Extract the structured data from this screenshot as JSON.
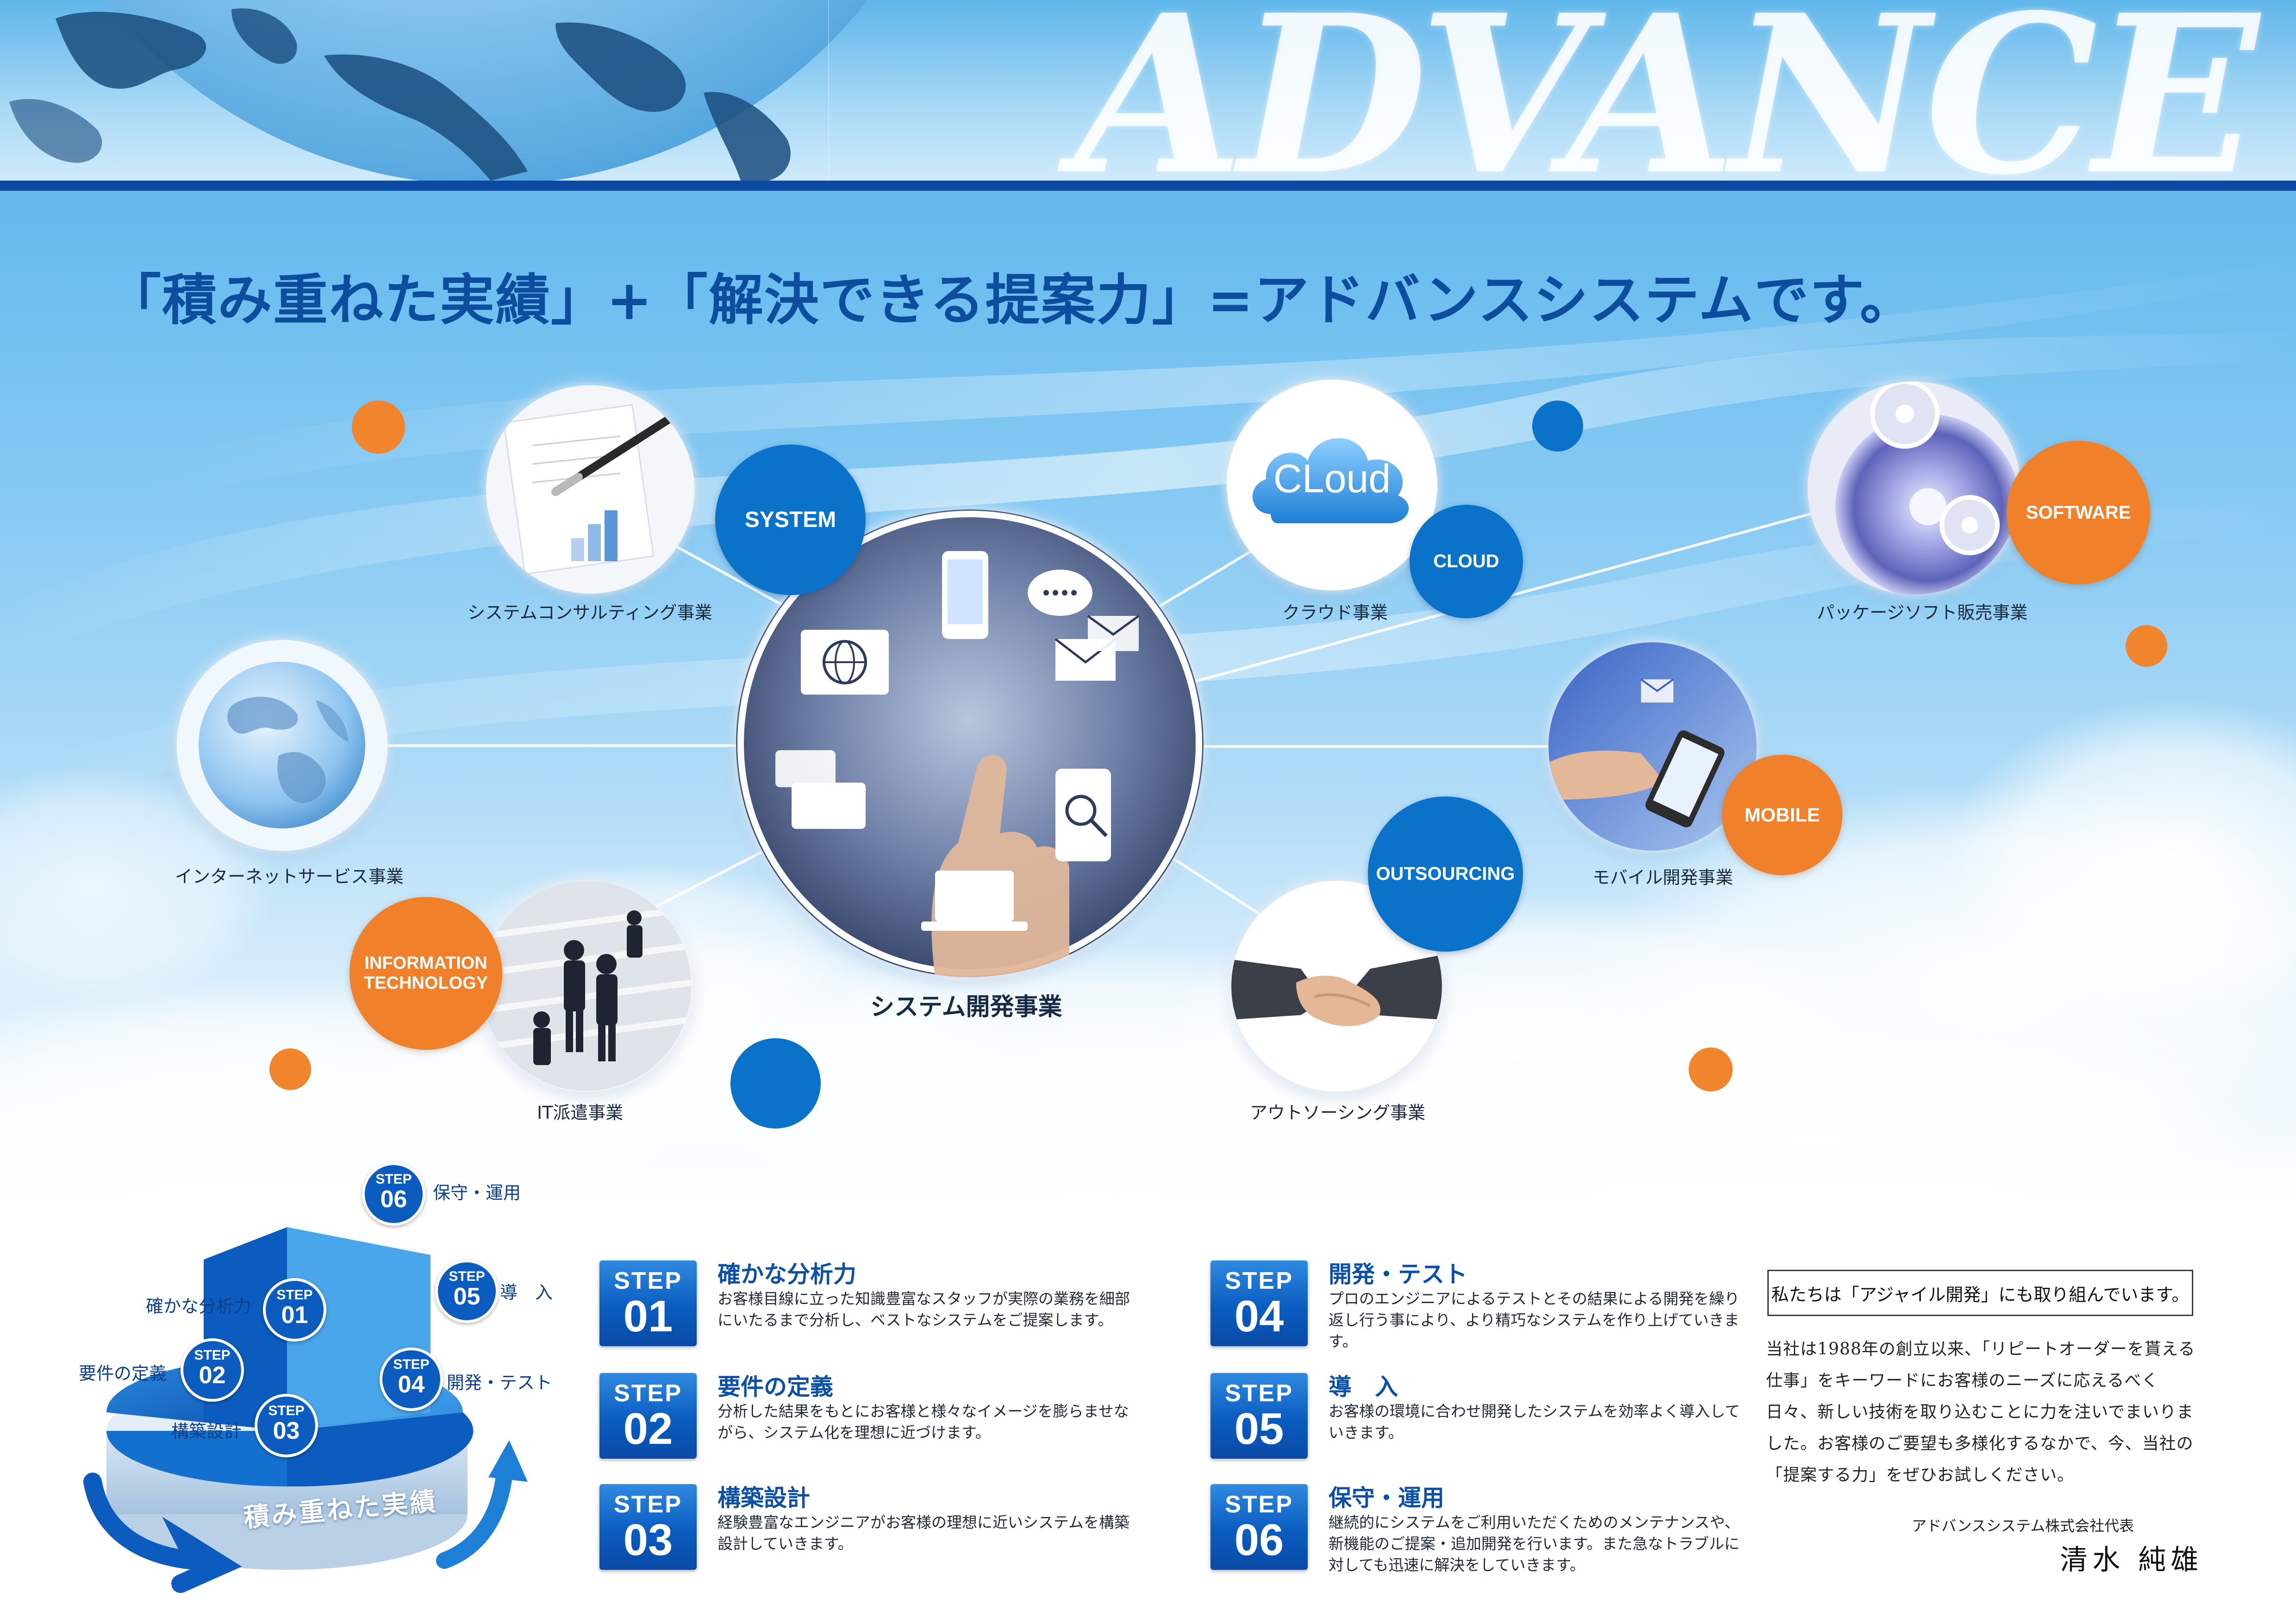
{
  "header": {
    "wordmark": "ADVANCE"
  },
  "hero": {
    "tagline": "「積み重ねた実績」+「解決できる提案力」=アドバンスシステムです。"
  },
  "center": {
    "label": "システム開発事業"
  },
  "services": [
    {
      "label": "システムコンサルティング事業",
      "badge": "SYSTEM",
      "badge_color": "#0a72c8",
      "icon": "pen-and-chart-icon"
    },
    {
      "label": "インターネットサービス事業",
      "badge": "",
      "icon": "globe-icon"
    },
    {
      "label": "IT派遣事業",
      "badge": "INFORMATION TECHNOLOGY",
      "badge_color": "#f0802a",
      "icon": "business-people-icon"
    },
    {
      "label": "クラウド事業",
      "badge": "CLOUD",
      "badge_color": "#0a72c8",
      "icon": "cloud-icon",
      "icon_text": "CLoud"
    },
    {
      "label": "パッケージソフト販売事業",
      "badge": "SOFTWARE",
      "badge_color": "#f0802a",
      "icon": "disc-icon"
    },
    {
      "label": "モバイル開発事業",
      "badge": "MOBILE",
      "badge_color": "#f0802a",
      "icon": "smartphone-icon"
    },
    {
      "label": "アウトソーシング事業",
      "badge": "OUTSOURCING",
      "badge_color": "#0a72c8",
      "icon": "handshake-icon"
    }
  ],
  "cycle": {
    "base_text": "積み重ねた実績",
    "step_word": "STEP",
    "nodes": [
      {
        "num": "01",
        "label": "確かな分析力"
      },
      {
        "num": "02",
        "label": "要件の定義"
      },
      {
        "num": "03",
        "label": "構築設計"
      },
      {
        "num": "04",
        "label": "開発・テスト"
      },
      {
        "num": "05",
        "label": "導　入"
      },
      {
        "num": "06",
        "label": "保守・運用"
      }
    ]
  },
  "steps": [
    {
      "word": "STEP",
      "num": "01",
      "title": "確かな分析力",
      "desc": "お客様目線に立った知識豊富なスタッフが実際の業務を細部にいたるまで分析し、ベストなシステムをご提案します。"
    },
    {
      "word": "STEP",
      "num": "02",
      "title": "要件の定義",
      "desc": "分析した結果をもとにお客様と様々なイメージを膨らませながら、システム化を理想に近づけます。"
    },
    {
      "word": "STEP",
      "num": "03",
      "title": "構築設計",
      "desc": "経験豊富なエンジニアがお客様の理想に近いシステムを構築設計していきます。"
    },
    {
      "word": "STEP",
      "num": "04",
      "title": "開発・テスト",
      "desc": "プロのエンジニアによるテストとその結果による開発を繰り返し行う事により、より精巧なシステムを作り上げていきます。"
    },
    {
      "word": "STEP",
      "num": "05",
      "title": "導　入",
      "desc": "お客様の環境に合わせ開発したシステムを効率よく導入していきます。"
    },
    {
      "word": "STEP",
      "num": "06",
      "title": "保守・運用",
      "desc": "継続的にシステムをご利用いただくためのメンテナンスや、新機能のご提案・追加開発を行います。また急なトラブルに対しても迅速に解決をしていきます。"
    }
  ],
  "agile": {
    "text": "私たちは「アジャイル開発」にも取り組んでいます。"
  },
  "message": {
    "body": "当社は1988年の創立以来、「リピートオーダーを貰える仕事」をキーワードにお客様のニーズに応えるべく日々、新しい技術を取り込むことに力を注いでまいりました。お客様のご要望も多様化するなかで、今、当社の「提案する力」をぜひお試しください。",
    "company": "アドバンスシステム株式会社代表",
    "ceo": "清水 純雄"
  },
  "colors": {
    "brand_blue": "#0a72c8",
    "accent_orange": "#f0802a",
    "navy": "#0b4aa0"
  }
}
